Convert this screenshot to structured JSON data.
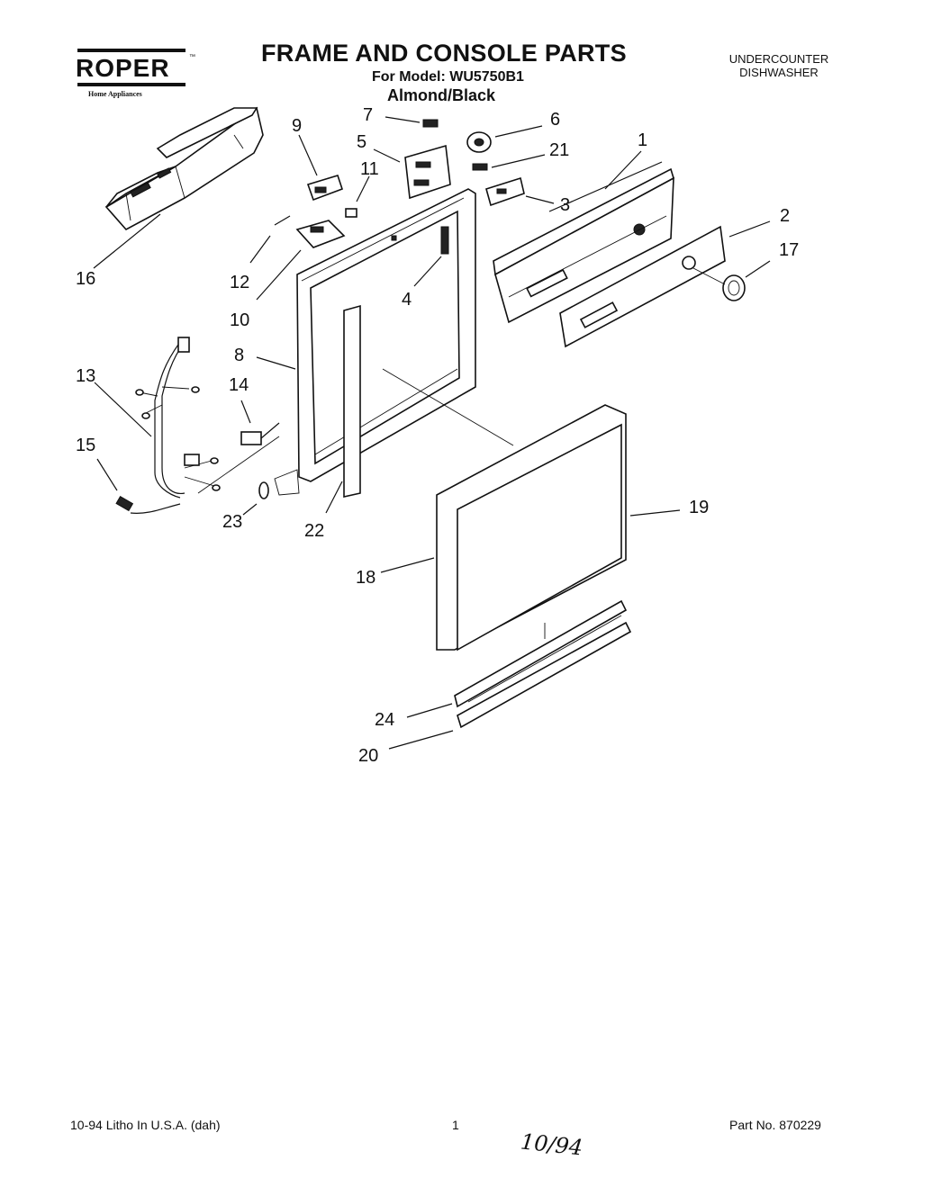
{
  "brand": {
    "name": "ROPER",
    "trademark": "™",
    "tagline": "Home Appliances"
  },
  "header": {
    "title": "FRAME AND CONSOLE PARTS",
    "model": "For Model: WU5750B1",
    "finish": "Almond/Black",
    "product_line1": "UNDERCOUNTER",
    "product_line2": "DISHWASHER"
  },
  "callouts": [
    "1",
    "2",
    "3",
    "4",
    "5",
    "6",
    "7",
    "8",
    "9",
    "10",
    "11",
    "12",
    "13",
    "14",
    "15",
    "16",
    "17",
    "18",
    "19",
    "20",
    "21",
    "22",
    "23",
    "24"
  ],
  "footer": {
    "litho": "10-94 Litho In U.S.A. (dah)",
    "page": "1",
    "part_no": "Part No. 870229",
    "handwritten": "10/94"
  }
}
